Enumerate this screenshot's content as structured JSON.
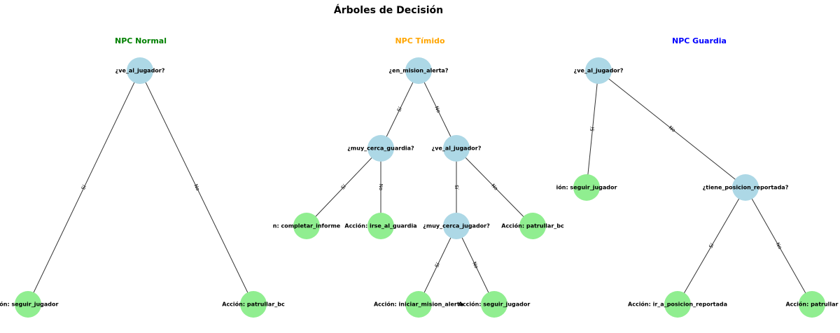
{
  "title": "Árboles de Decisión",
  "colors": {
    "decision": "#ADD8E6",
    "action": "#90EE90",
    "edge": "#333333"
  },
  "panels": [
    {
      "id": "normal",
      "title": "NPC Normal",
      "title_color": "#008000",
      "nodes": [
        {
          "id": "n1",
          "type": "decision",
          "label": "¿ve_al_jugador?"
        },
        {
          "id": "n2",
          "type": "action",
          "label": "ión: seguir_jugador"
        },
        {
          "id": "n3",
          "type": "action",
          "label": "Acción: patrullar_bc"
        }
      ],
      "edges": [
        {
          "from": "n1",
          "to": "n2",
          "label": "Sí"
        },
        {
          "from": "n1",
          "to": "n3",
          "label": "No"
        }
      ]
    },
    {
      "id": "timido",
      "title": "NPC Tímido",
      "title_color": "#FFA500",
      "nodes": [
        {
          "id": "t1",
          "type": "decision",
          "label": "¿en_mision_alerta?"
        },
        {
          "id": "t2",
          "type": "decision",
          "label": "¿muy_cerca_guardia?"
        },
        {
          "id": "t3",
          "type": "decision",
          "label": "¿ve_al_jugador?"
        },
        {
          "id": "t4",
          "type": "action",
          "label": "n: completar_informe"
        },
        {
          "id": "t5",
          "type": "action",
          "label": "Acción: irse_al_guardia"
        },
        {
          "id": "t6",
          "type": "decision",
          "label": "¿muy_cerca_jugador?"
        },
        {
          "id": "t7",
          "type": "action",
          "label": "Acción: patrullar_bc"
        },
        {
          "id": "t8",
          "type": "action",
          "label": "Acción: iniciar_mision_alerta"
        },
        {
          "id": "t9",
          "type": "action",
          "label": "Acción: seguir_jugador"
        }
      ],
      "edges": [
        {
          "from": "t1",
          "to": "t2",
          "label": "Sí"
        },
        {
          "from": "t1",
          "to": "t3",
          "label": "No"
        },
        {
          "from": "t2",
          "to": "t4",
          "label": "Sí"
        },
        {
          "from": "t2",
          "to": "t5",
          "label": "No"
        },
        {
          "from": "t3",
          "to": "t6",
          "label": "Sí"
        },
        {
          "from": "t3",
          "to": "t7",
          "label": "No"
        },
        {
          "from": "t6",
          "to": "t8",
          "label": "Sí"
        },
        {
          "from": "t6",
          "to": "t9",
          "label": "No"
        }
      ]
    },
    {
      "id": "guardia",
      "title": "NPC Guardia",
      "title_color": "#0000FF",
      "nodes": [
        {
          "id": "g1",
          "type": "decision",
          "label": "¿ve_al_jugador?"
        },
        {
          "id": "g2",
          "type": "action",
          "label": "ión: seguir_jugador"
        },
        {
          "id": "g3",
          "type": "decision",
          "label": "¿tiene_posicion_reportada?"
        },
        {
          "id": "g4",
          "type": "action",
          "label": "Acción: ir_a_posicion_reportada"
        },
        {
          "id": "g5",
          "type": "action",
          "label": "Acción: patrullar"
        }
      ],
      "edges": [
        {
          "from": "g1",
          "to": "g2",
          "label": "Sí"
        },
        {
          "from": "g1",
          "to": "g3",
          "label": "No"
        },
        {
          "from": "g3",
          "to": "g4",
          "label": "Sí"
        },
        {
          "from": "g3",
          "to": "g5",
          "label": "No"
        }
      ]
    }
  ]
}
